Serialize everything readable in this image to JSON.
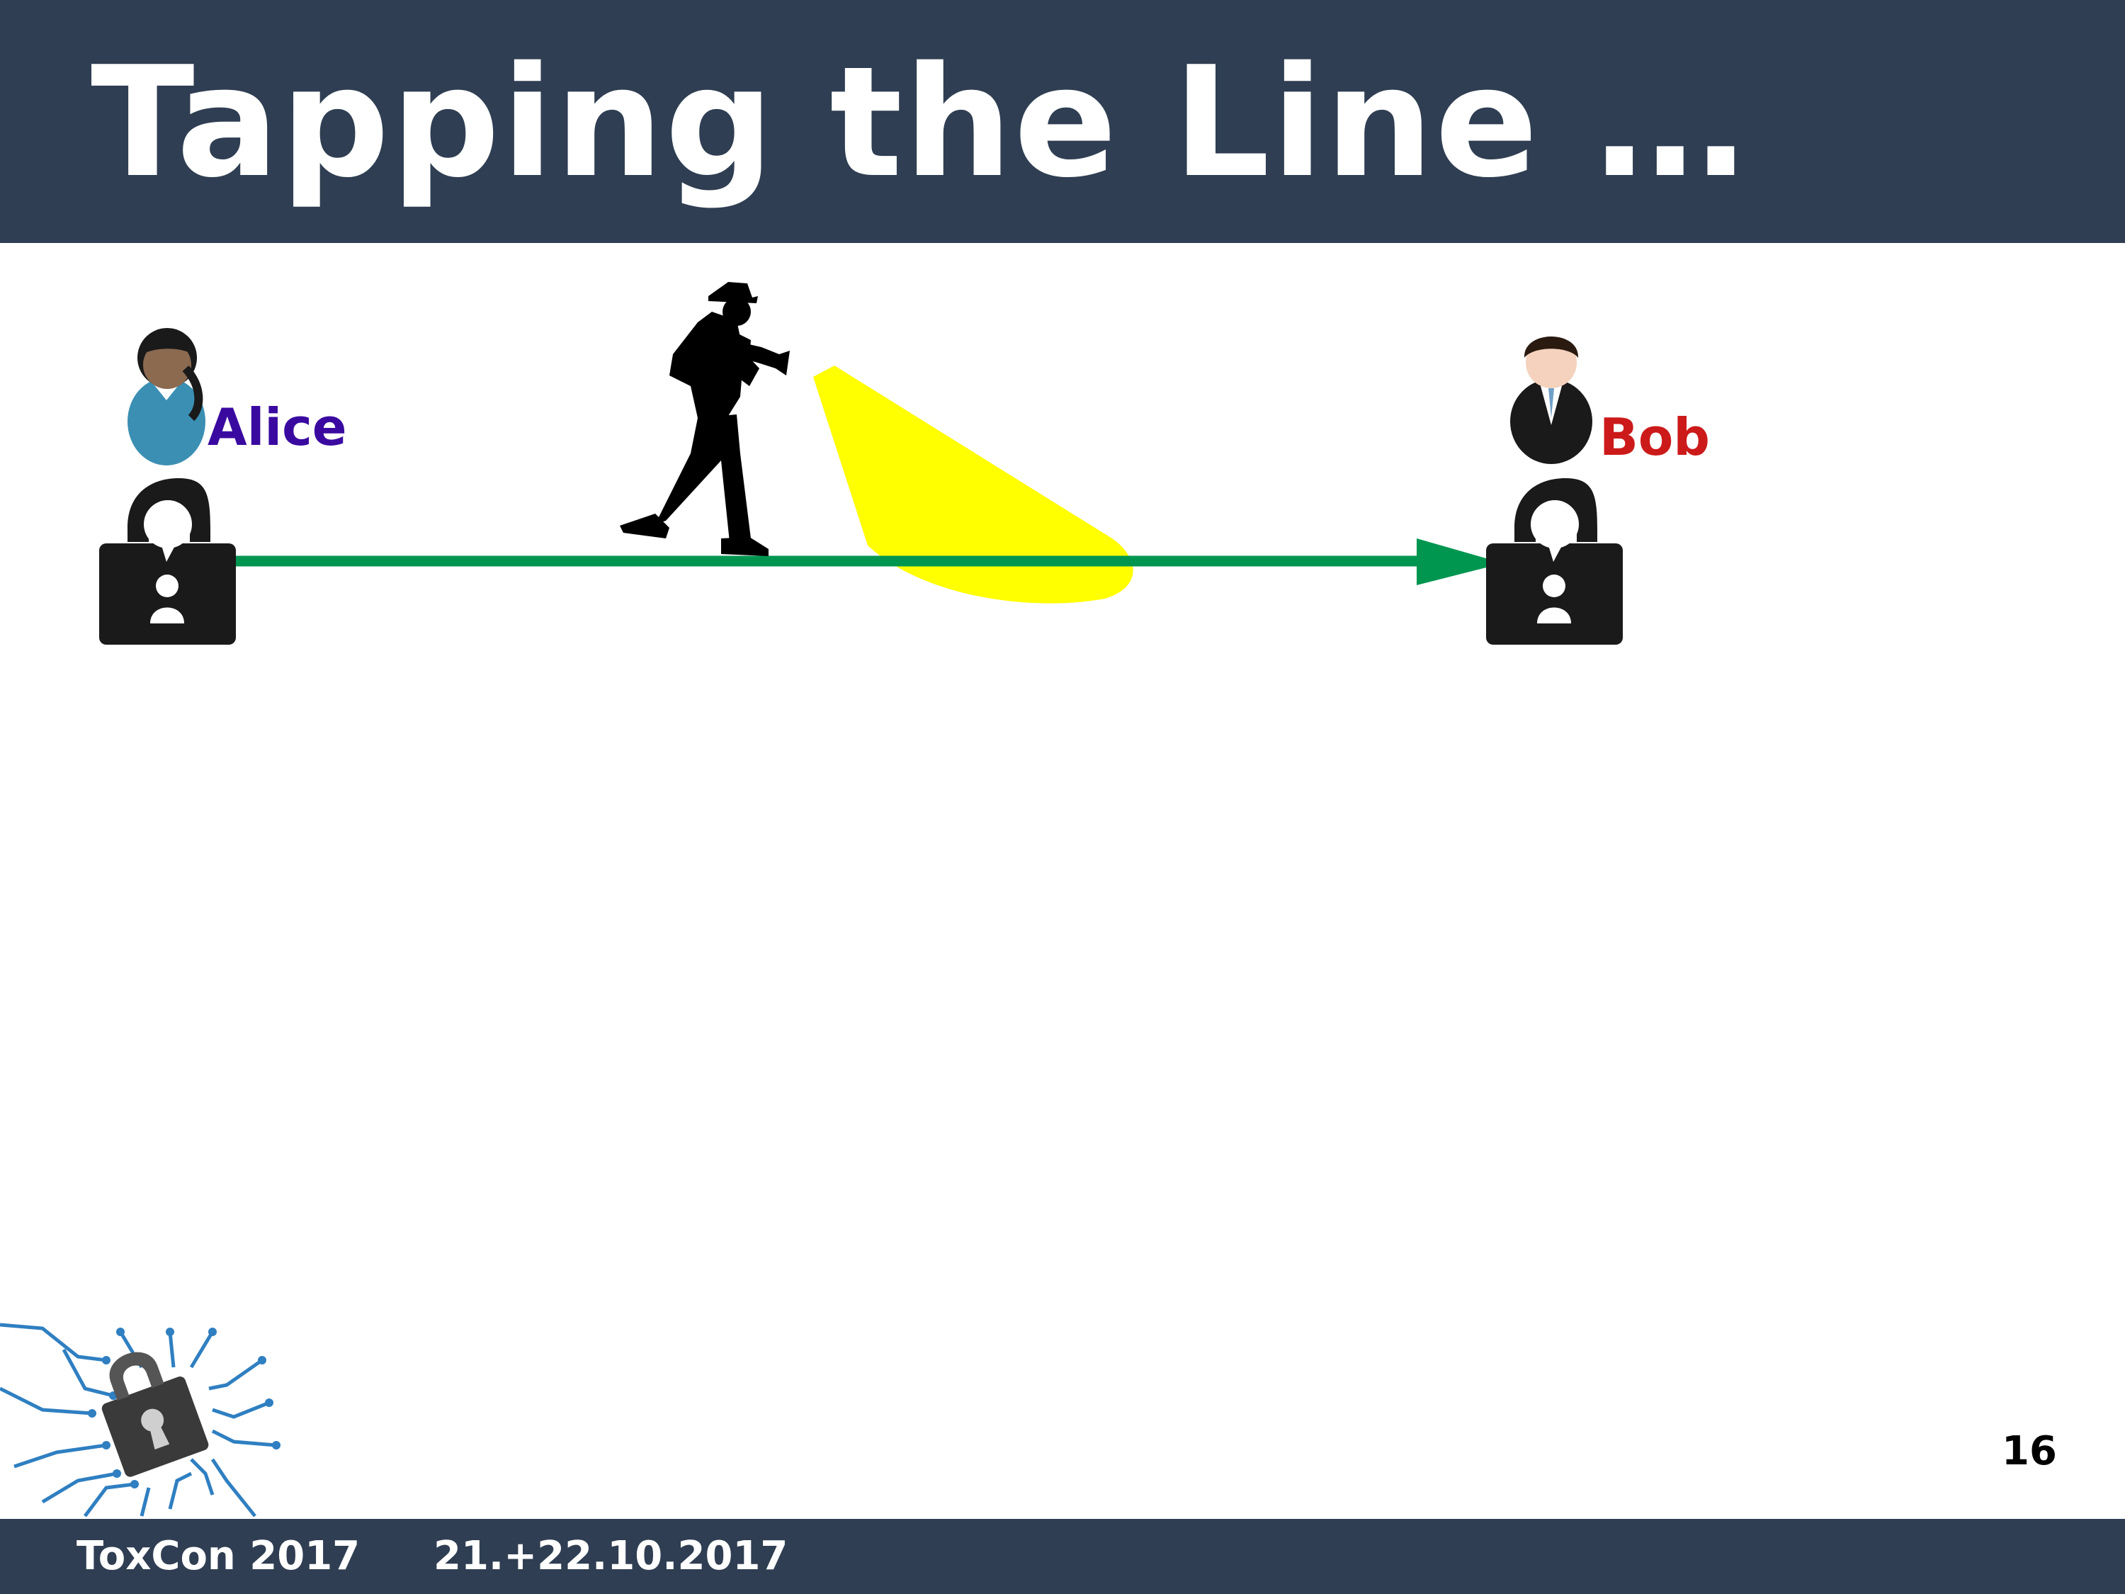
{
  "slide": {
    "title": "Tapping the Line …",
    "page_number": "16"
  },
  "footer": {
    "event": "ToxCon 2017",
    "date": "21.+22.10.2017"
  },
  "diagram": {
    "sender_label": "Alice",
    "receiver_label": "Bob",
    "colors": {
      "header": "#2f3e52",
      "line": "#009650",
      "flashlight_beam": "#ffff00",
      "alice_label": "#3a0aa0",
      "bob_label": "#cc1a1a"
    },
    "icons": [
      "woman-user-icon",
      "man-user-icon",
      "lock-chat-icon",
      "eavesdropper-silhouette-icon",
      "flashlight-beam",
      "chip-lock-logo"
    ]
  }
}
